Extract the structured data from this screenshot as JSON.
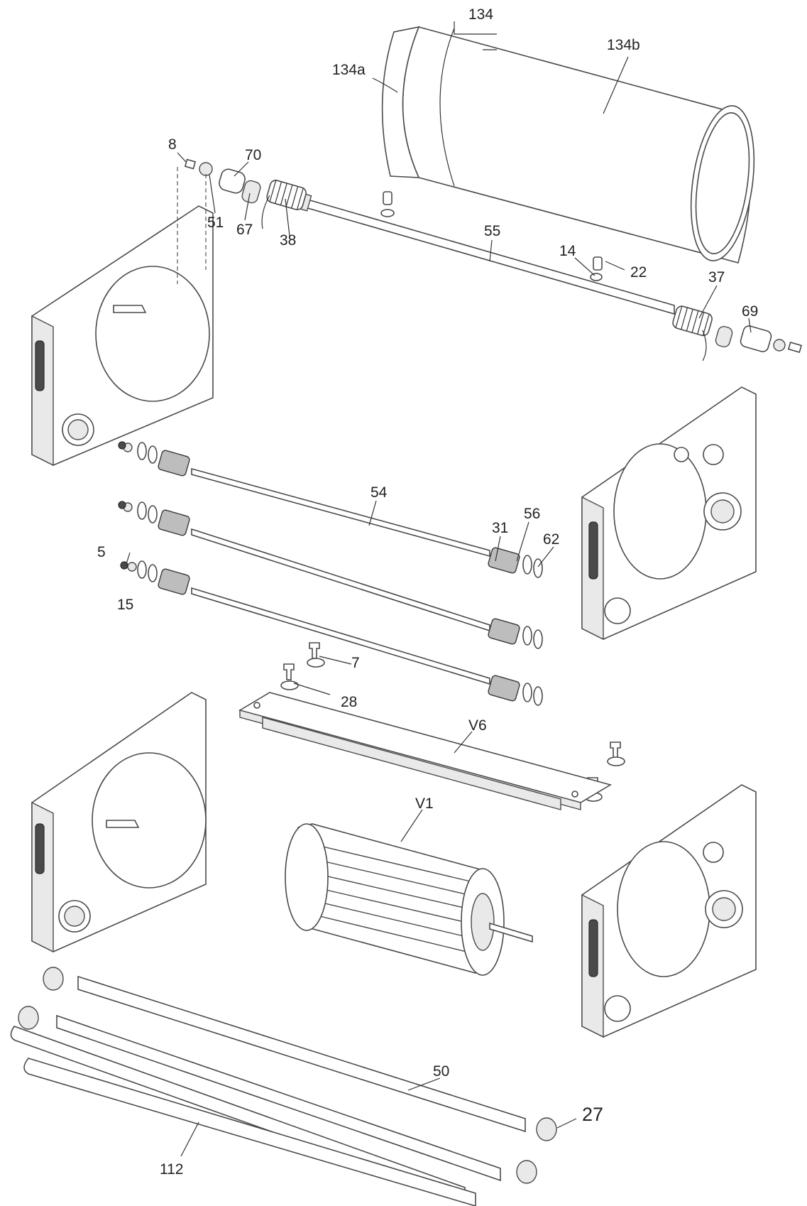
{
  "labels": {
    "p134": "134",
    "p134a": "134a",
    "p134b": "134b",
    "p8": "8",
    "p70": "70",
    "p51": "51",
    "p67": "67",
    "p38": "38",
    "p55": "55",
    "p14": "14",
    "p22": "22",
    "p37": "37",
    "p69": "69",
    "p54": "54",
    "p31": "31",
    "p56": "56",
    "p62": "62",
    "p5": "5",
    "p15": "15",
    "p7": "7",
    "p28": "28",
    "pV6": "V6",
    "pV1": "V1",
    "p50": "50",
    "p27": "27",
    "p112": "112"
  }
}
